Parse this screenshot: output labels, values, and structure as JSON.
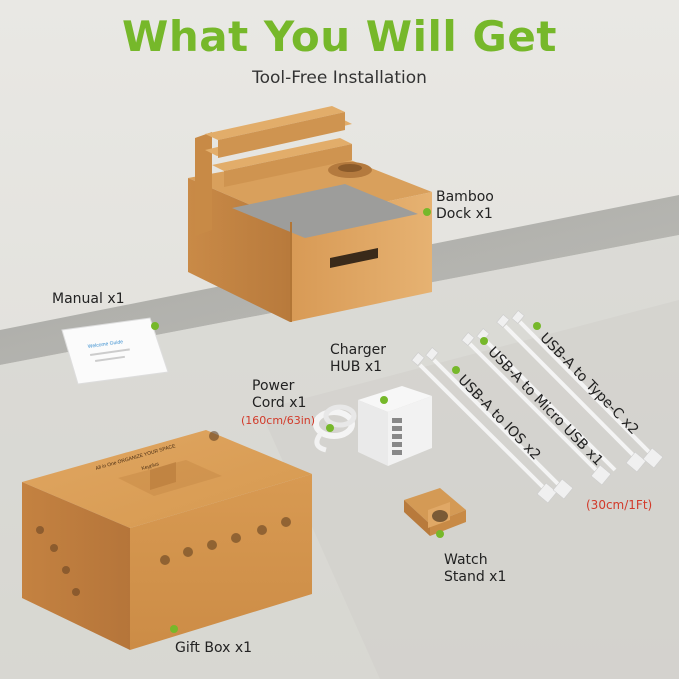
{
  "header": {
    "title": "What You Will Get",
    "subtitle": "Tool-Free Installation"
  },
  "items": {
    "dock_line1": "Bamboo",
    "dock_line2": "Dock x1",
    "manual": "Manual x1",
    "manual_cover": "Welcome Guide",
    "charger_line1": "Charger",
    "charger_line2": "HUB x1",
    "power_line1": "Power",
    "power_line2": "Cord x1",
    "power_length": "(160cm/63in)",
    "cable_typec": "USB-A to Type-C x2",
    "cable_micro": "USB-A to Micro USB x1",
    "cable_ios": "USB-A to IOS x2",
    "cable_length": "(30cm/1Ft)",
    "watch_line1": "Watch",
    "watch_line2": "Stand x1",
    "giftbox": "Gift Box x1"
  },
  "giftbox_print": {
    "tagline": "All in One ORGANIZE YOUR SPACE",
    "brand": "Keyplus"
  },
  "colors": {
    "accent": "#76b82a",
    "length_note": "#d23a2a",
    "bamboo": "#d9a05c",
    "felt": "#9a9a9a"
  }
}
